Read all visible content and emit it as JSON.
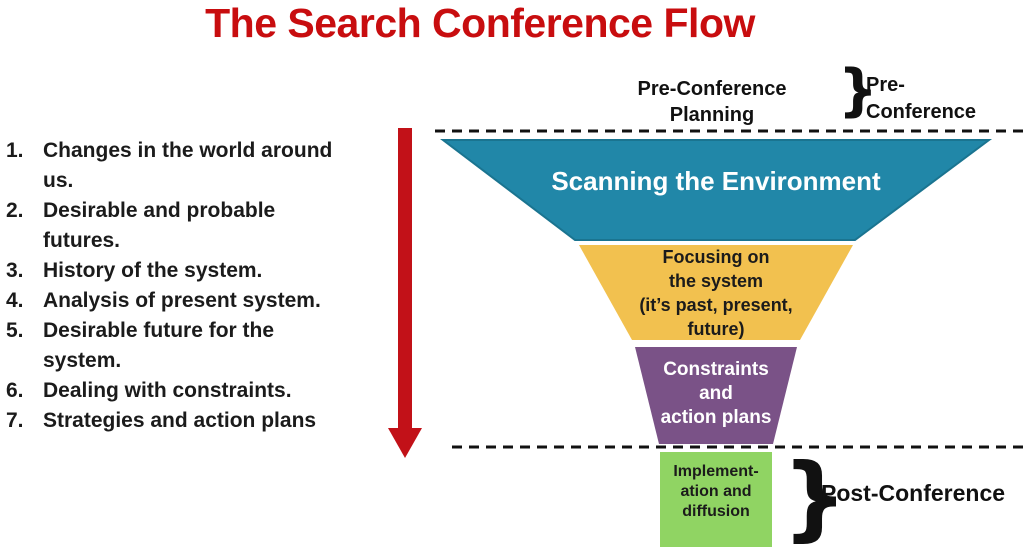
{
  "title": {
    "text": "The Search Conference Flow",
    "color": "#C80D0F"
  },
  "list": {
    "items": [
      {
        "num": "1.",
        "text": "Changes in the world around\nus."
      },
      {
        "num": "2.",
        "text": "Desirable and probable\nfutures."
      },
      {
        "num": "3.",
        "text": "History of the system."
      },
      {
        "num": "4.",
        "text": "Analysis of present system."
      },
      {
        "num": "5.",
        "text": "Desirable future for the\nsystem."
      },
      {
        "num": "6.",
        "text": "Dealing with constraints."
      },
      {
        "num": "7.",
        "text": "Strategies and action plans"
      }
    ]
  },
  "pre_conference": {
    "planning_label": "Pre-Conference\nPlanning",
    "brace": "}",
    "side_label": "Pre-\nConference"
  },
  "post_conference": {
    "brace": "}",
    "side_label": "Post-Conference"
  },
  "funnel": {
    "arrow_color": "#C21118",
    "line_color": "#111111",
    "stages": [
      {
        "label": "Scanning the Environment",
        "color": "#2187A8",
        "text_color": "#FFFFFF"
      },
      {
        "label": "Focusing on\nthe system\n(it’s past, present,\nfuture)",
        "color": "#F2C14F",
        "text_color": "#1B1B1B"
      },
      {
        "label": "Constraints\nand\naction plans",
        "color": "#7A5287",
        "text_color": "#FFFFFF"
      },
      {
        "label": "Implement-\nation and\ndiffusion",
        "color": "#90D463",
        "text_color": "#1B1B1B"
      }
    ]
  }
}
